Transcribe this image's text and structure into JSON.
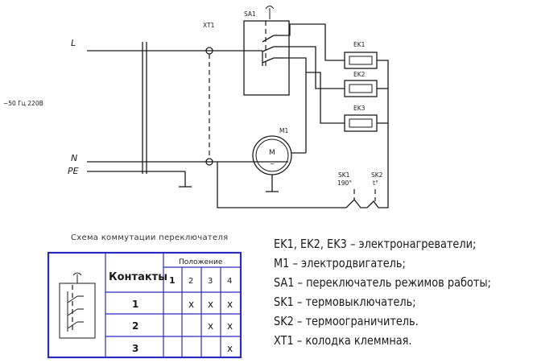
{
  "schematic": {
    "line_labels": {
      "L": "L",
      "N": "N",
      "PE": "PE"
    },
    "supply_label": "~50 Гц 220В",
    "terminal_block": "XT1",
    "selector_switch": "SA1",
    "motor": {
      "ref": "M1",
      "symbol": "M",
      "subsymbol": "~"
    },
    "heaters": [
      "EK1",
      "EK2",
      "EK3"
    ],
    "thermal_switch": {
      "ref": "SK1",
      "rating": "190°"
    },
    "thermal_limiter": {
      "ref": "SK2",
      "rating": "t°"
    }
  },
  "switching_table": {
    "caption": "Схема коммутации переключателя",
    "header_contacts": "Контакты",
    "header_position": "Положение",
    "positions": [
      "1",
      "2",
      "3",
      "4"
    ],
    "rows": [
      {
        "contact": "1",
        "marks": [
          "",
          "x",
          "x",
          "x"
        ]
      },
      {
        "contact": "2",
        "marks": [
          "",
          "",
          "x",
          "x"
        ]
      },
      {
        "contact": "3",
        "marks": [
          "",
          "",
          "",
          "x"
        ]
      }
    ],
    "border_color": "#2b2bbf"
  },
  "legend": [
    "EK1, EK2, EK3 – электронагреватели;",
    "M1 – электродвигатель;",
    "SA1 – переключатель режимов работы;",
    "SK1 – термовыключатель;",
    "SK2 – термоограничитель.",
    "XT1 – колодка клеммная."
  ]
}
